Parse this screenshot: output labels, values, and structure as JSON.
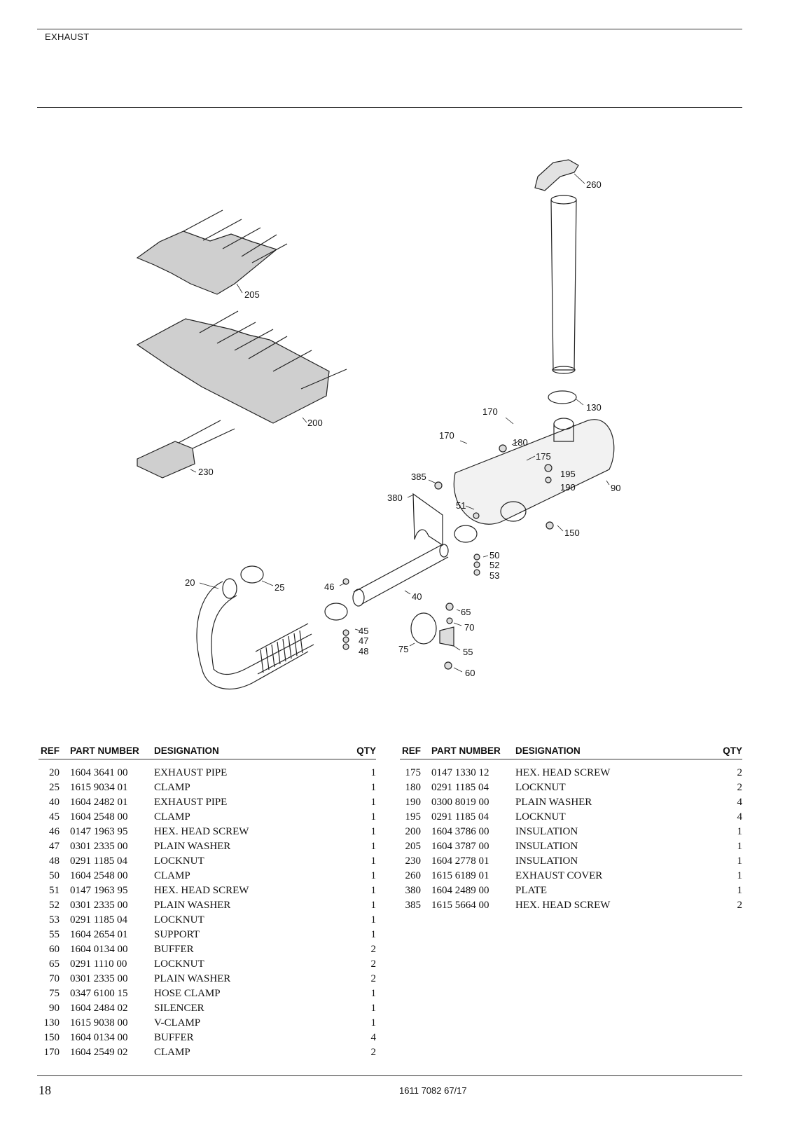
{
  "header": {
    "title": "EXHAUST"
  },
  "diagram": {
    "callouts": [
      "260",
      "205",
      "200",
      "230",
      "130",
      "170",
      "170",
      "180",
      "175",
      "195",
      "190",
      "90",
      "385",
      "380",
      "51",
      "150",
      "50",
      "52",
      "53",
      "20",
      "25",
      "46",
      "40",
      "45",
      "47",
      "48",
      "65",
      "70",
      "75",
      "55",
      "60"
    ]
  },
  "table": {
    "headers": {
      "ref": "REF",
      "part_number": "PART NUMBER",
      "designation": "DESIGNATION",
      "qty": "QTY"
    },
    "left_rows": [
      {
        "ref": "20",
        "part": "1604 3641 00",
        "designation": "EXHAUST PIPE",
        "qty": "1"
      },
      {
        "ref": "25",
        "part": "1615 9034 01",
        "designation": "CLAMP",
        "qty": "1"
      },
      {
        "ref": "40",
        "part": "1604 2482 01",
        "designation": "EXHAUST PIPE",
        "qty": "1"
      },
      {
        "ref": "45",
        "part": "1604 2548 00",
        "designation": "CLAMP",
        "qty": "1"
      },
      {
        "ref": "46",
        "part": "0147 1963 95",
        "designation": "HEX. HEAD SCREW",
        "qty": "1"
      },
      {
        "ref": "47",
        "part": "0301 2335 00",
        "designation": "PLAIN WASHER",
        "qty": "1"
      },
      {
        "ref": "48",
        "part": "0291 1185 04",
        "designation": "LOCKNUT",
        "qty": "1"
      },
      {
        "ref": "50",
        "part": "1604 2548 00",
        "designation": "CLAMP",
        "qty": "1"
      },
      {
        "ref": "51",
        "part": "0147 1963 95",
        "designation": "HEX. HEAD SCREW",
        "qty": "1"
      },
      {
        "ref": "52",
        "part": "0301 2335 00",
        "designation": "PLAIN WASHER",
        "qty": "1"
      },
      {
        "ref": "53",
        "part": "0291 1185 04",
        "designation": "LOCKNUT",
        "qty": "1"
      },
      {
        "ref": "55",
        "part": "1604 2654 01",
        "designation": "SUPPORT",
        "qty": "1"
      },
      {
        "ref": "60",
        "part": "1604 0134 00",
        "designation": "BUFFER",
        "qty": "2"
      },
      {
        "ref": "65",
        "part": "0291 1110 00",
        "designation": "LOCKNUT",
        "qty": "2"
      },
      {
        "ref": "70",
        "part": "0301 2335 00",
        "designation": "PLAIN WASHER",
        "qty": "2"
      },
      {
        "ref": "75",
        "part": "0347 6100 15",
        "designation": "HOSE CLAMP",
        "qty": "1"
      },
      {
        "ref": "90",
        "part": "1604 2484 02",
        "designation": "SILENCER",
        "qty": "1"
      },
      {
        "ref": "130",
        "part": "1615 9038 00",
        "designation": "V-CLAMP",
        "qty": "1"
      },
      {
        "ref": "150",
        "part": "1604 0134 00",
        "designation": "BUFFER",
        "qty": "4"
      },
      {
        "ref": "170",
        "part": "1604 2549 02",
        "designation": "CLAMP",
        "qty": "2"
      }
    ],
    "right_rows": [
      {
        "ref": "175",
        "part": "0147 1330 12",
        "designation": "HEX. HEAD SCREW",
        "qty": "2"
      },
      {
        "ref": "180",
        "part": "0291 1185 04",
        "designation": "LOCKNUT",
        "qty": "2"
      },
      {
        "ref": "190",
        "part": "0300 8019 00",
        "designation": "PLAIN WASHER",
        "qty": "4"
      },
      {
        "ref": "195",
        "part": "0291 1185 04",
        "designation": "LOCKNUT",
        "qty": "4"
      },
      {
        "ref": "200",
        "part": "1604 3786 00",
        "designation": "INSULATION",
        "qty": "1"
      },
      {
        "ref": "205",
        "part": "1604 3787 00",
        "designation": "INSULATION",
        "qty": "1"
      },
      {
        "ref": "230",
        "part": "1604 2778 01",
        "designation": "INSULATION",
        "qty": "1"
      },
      {
        "ref": "260",
        "part": "1615 6189 01",
        "designation": "EXHAUST COVER",
        "qty": "1"
      },
      {
        "ref": "380",
        "part": "1604 2489 00",
        "designation": "PLATE",
        "qty": "1"
      },
      {
        "ref": "385",
        "part": "1615 5664 00",
        "designation": "HEX. HEAD SCREW",
        "qty": "2"
      }
    ]
  },
  "footer": {
    "page_number": "18",
    "doc_number": "1611 7082 67/17"
  }
}
